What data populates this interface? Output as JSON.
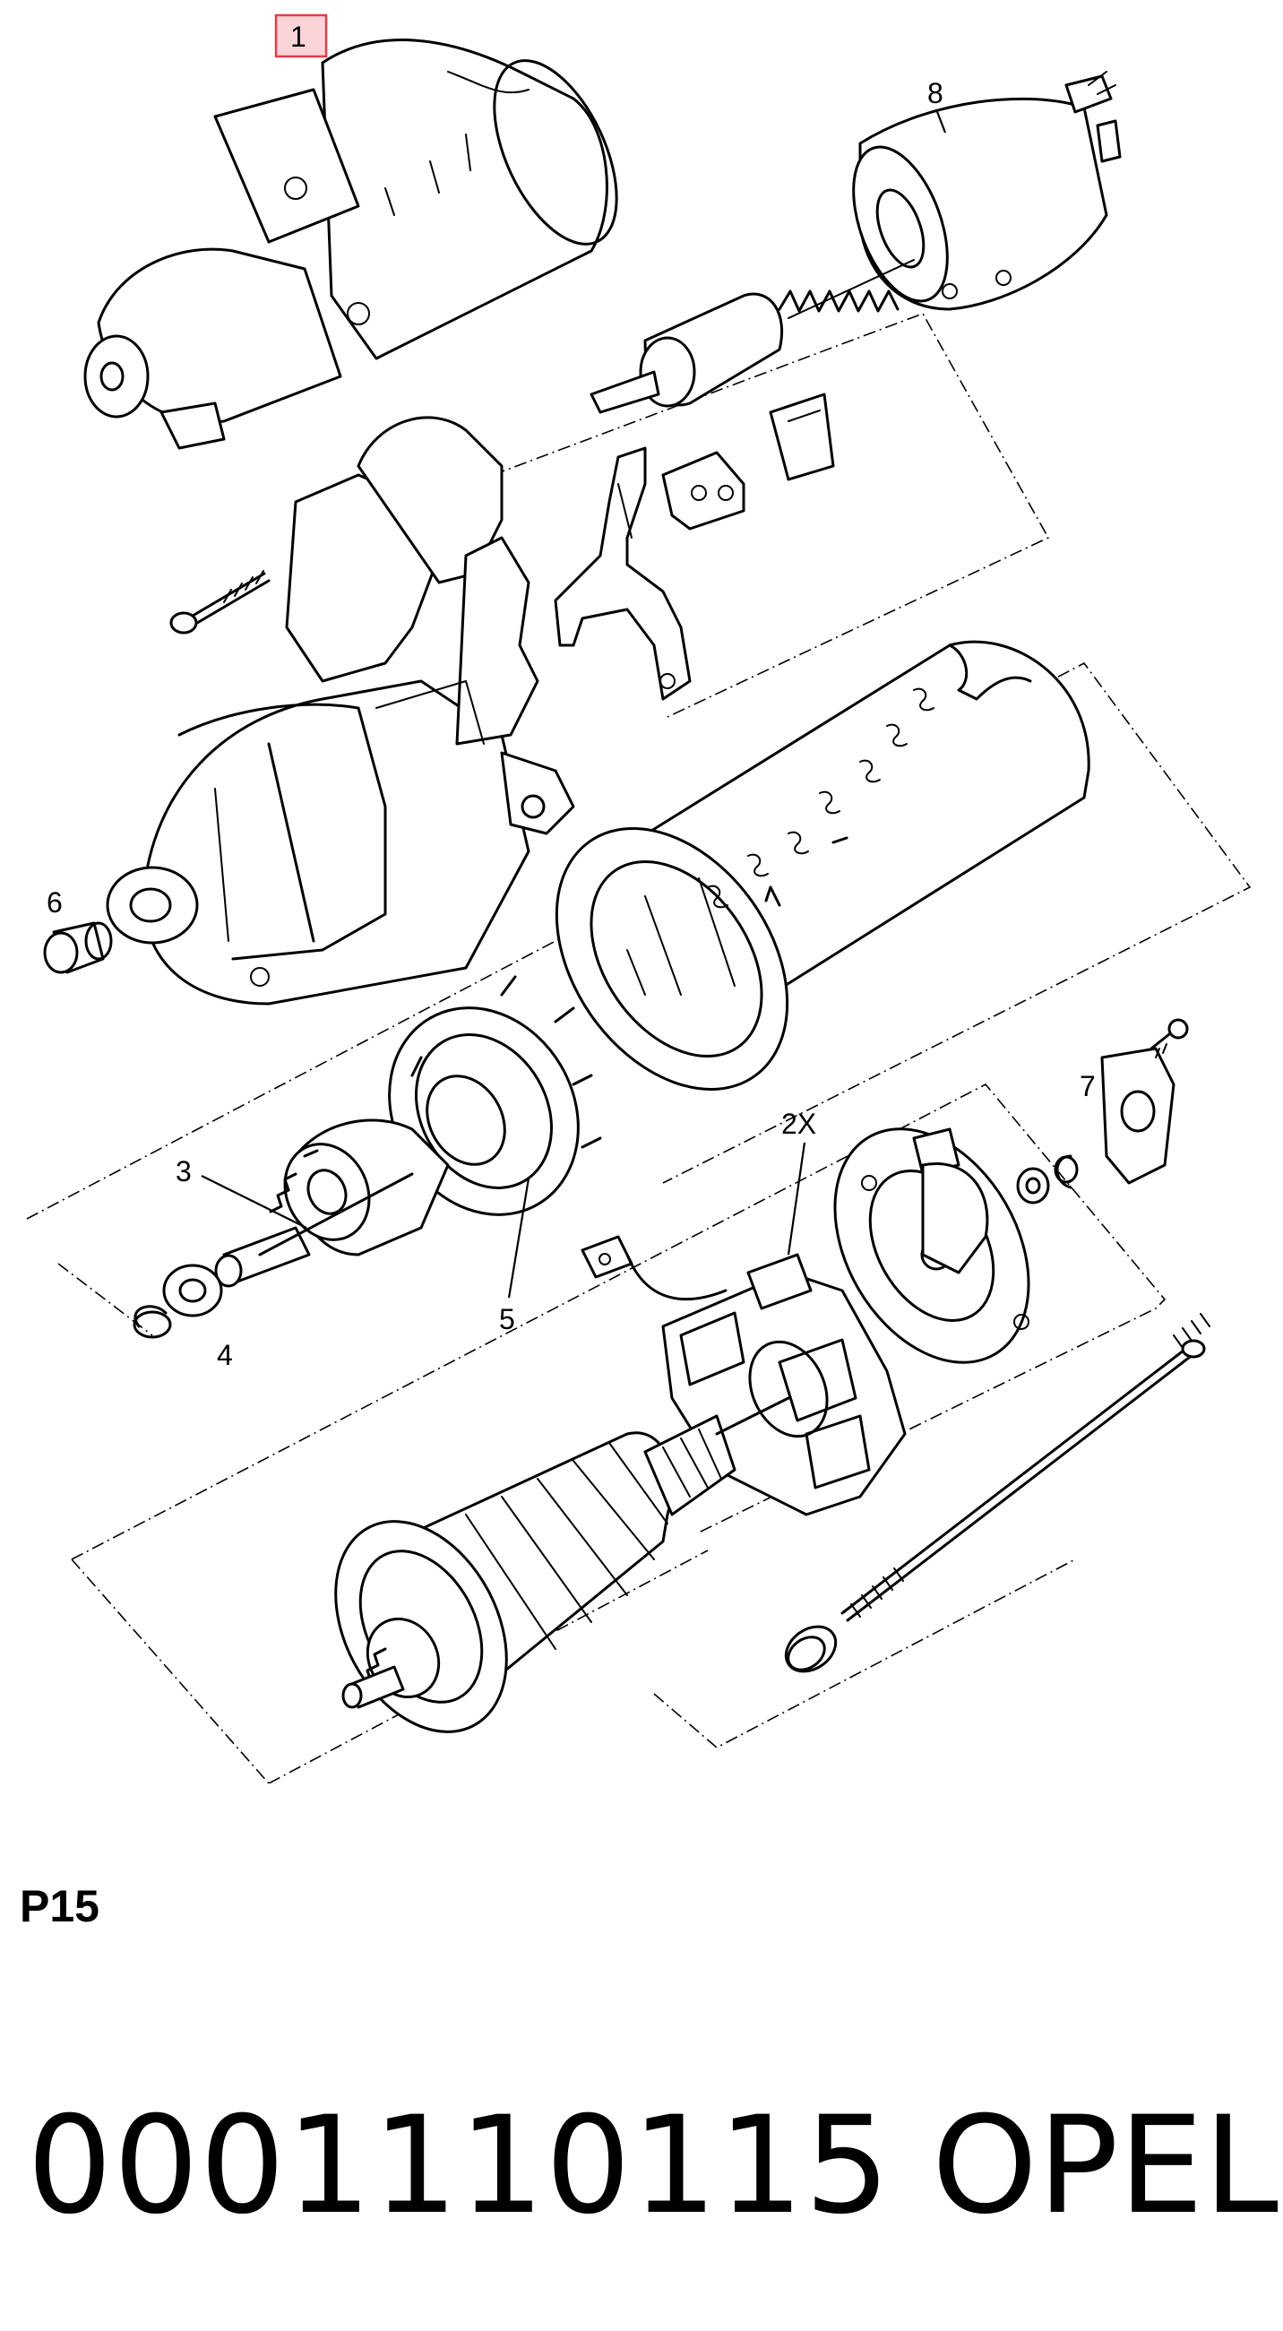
{
  "callouts": {
    "part1": "1",
    "part2": "2X",
    "part3": "3",
    "part4": "4",
    "part5": "5",
    "part6": "6",
    "part7": "7",
    "part8": "8"
  },
  "highlight_color": "#e33c4a",
  "plate_label": "P15",
  "part_number": "0001110115",
  "brand": "OPEL"
}
